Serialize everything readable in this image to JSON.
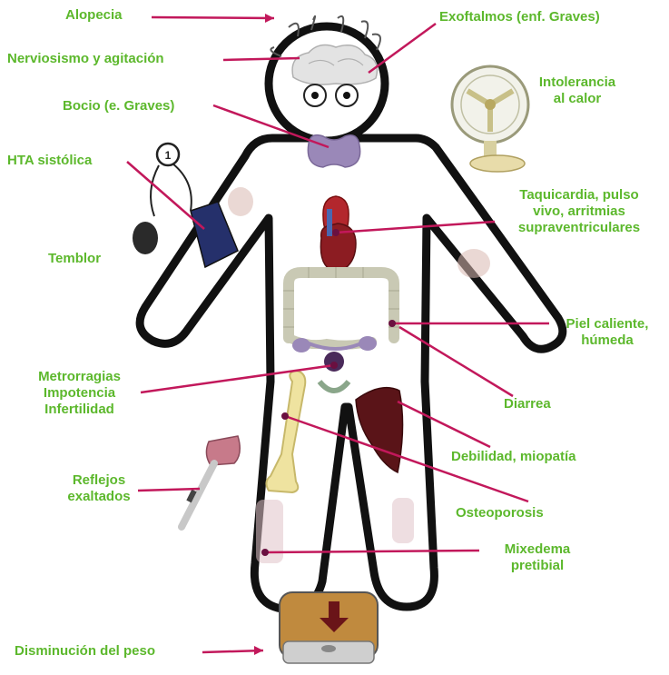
{
  "colors": {
    "label_text": "#5cb82c",
    "leader_line": "#c2185b",
    "body_outline": "#111111",
    "thyroid": "#9a88b8",
    "heart": "#b3272d",
    "intestine": "#d8d8c4",
    "bone": "#efe3a0",
    "muscle": "#5a1418",
    "cuff": "#25306b",
    "scale": "#c08a3e"
  },
  "icons": [
    "thermometer-icon",
    "fan-icon",
    "sphygmomanometer-icon",
    "reflex-hammer-icon",
    "weighing-scale-icon",
    "heart-icon",
    "thyroid-icon",
    "intestine-icon",
    "bone-icon",
    "muscle-icon"
  ],
  "labels": {
    "alopecia": "Alopecia",
    "exoftalmos": "Exoftalmos (enf. Graves)",
    "nerviosismo": "Nerviosismo y agitación",
    "intolerancia_1": "Intolerancia",
    "intolerancia_2": "al calor",
    "bocio": "Bocio (e. Graves)",
    "hta": "HTA sistólica",
    "taqui_1": "Taquicardia, pulso",
    "taqui_2": "vivo, arritmias",
    "taqui_3": "supraventriculares",
    "temblor": "Temblor",
    "piel_1": "Piel caliente,",
    "piel_2": "húmeda",
    "metro_1": "Metrorragias",
    "metro_2": "Impotencia",
    "metro_3": "Infertilidad",
    "diarrea": "Diarrea",
    "debilidad": "Debilidad, miopatía",
    "reflejos_1": "Reflejos",
    "reflejos_2": "exaltados",
    "osteoporosis": "Osteoporosis",
    "mixedema_1": "Mixedema",
    "mixedema_2": "pretibial",
    "peso": "Disminución del peso",
    "sphyg_dial": "1"
  }
}
